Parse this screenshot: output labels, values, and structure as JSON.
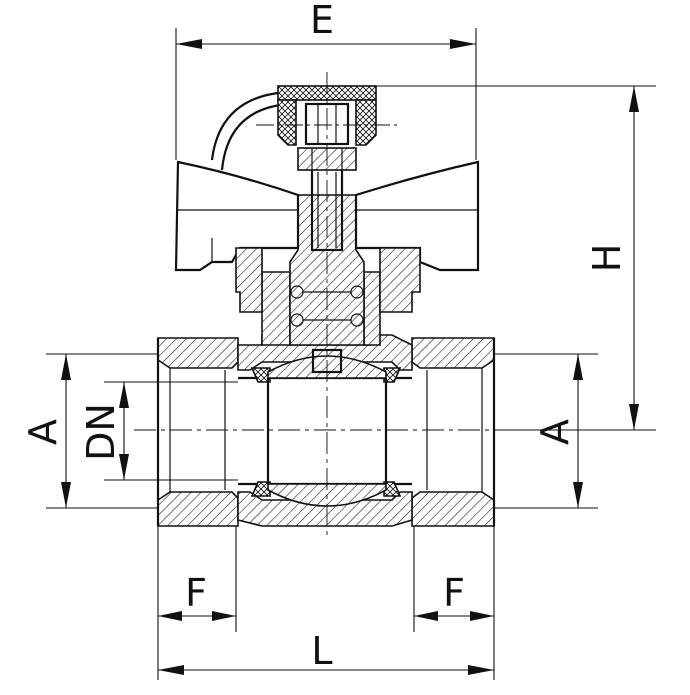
{
  "labels": {
    "e": "E",
    "h": "H",
    "a_left": "A",
    "dn": "DN",
    "a_right": "A",
    "f_left": "F",
    "f_right": "F",
    "l": "L"
  }
}
